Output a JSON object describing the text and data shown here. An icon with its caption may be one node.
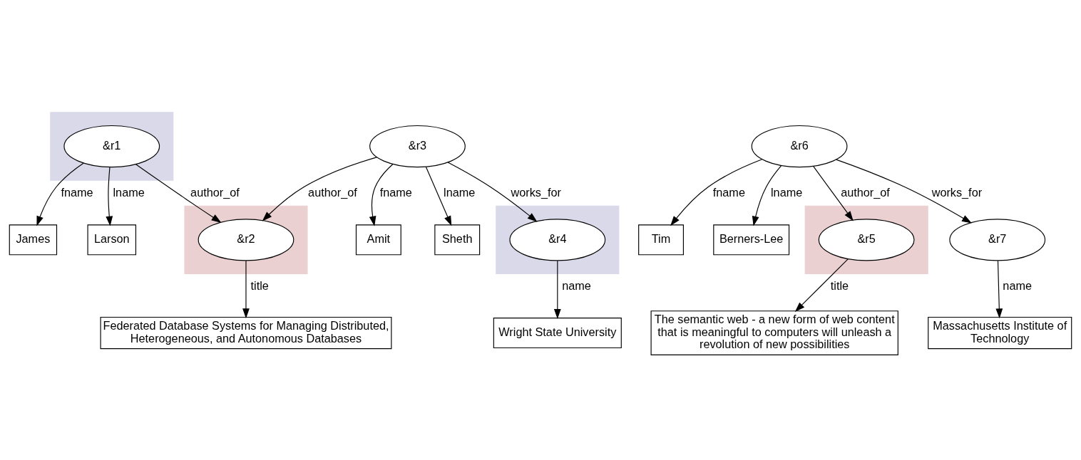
{
  "diagram": {
    "nodes": [
      {
        "text": [
          "James"
        ]
      },
      {
        "text": [
          "Larson"
        ]
      },
      {
        "text": [],
        "shape": "box"
      },
      {
        "text": [
          "&r1"
        ],
        "in": 2
      },
      {
        "text": [
          "Amit"
        ]
      },
      {
        "text": [
          "Sheth"
        ]
      },
      {
        "text": [
          "&r3"
        ]
      },
      {
        "text": [],
        "shape": "box"
      },
      {
        "text": [
          "&r2"
        ],
        "in": 7
      },
      {
        "text": [],
        "shape": "box"
      },
      {
        "text": [
          "&r4"
        ],
        "in": 9
      },
      {
        "text": [
          "Federated Database Systems for Managing Distributed, Heterogeneous, and Autonomous Databases"
        ]
      },
      {
        "text": [
          "Wright State University"
        ]
      },
      {
        "text": [
          "Massachusetts Institute of Technology"
        ]
      },
      {
        "text": [
          "The semantic web - a new form of web content that is meaningful to computers will unleash a revolution of new possibilities"
        ]
      },
      {
        "text": [
          "Tim"
        ]
      },
      {
        "text": [
          "Berners-Lee"
        ]
      },
      {
        "text": [],
        "shape": "box"
      },
      {
        "text": [
          "&r5"
        ],
        "in": 17
      },
      {
        "text": [
          "&r6"
        ]
      },
      {
        "text": [
          "&r7"
        ]
      }
    ],
    "edges": [
      {
        "from": 3,
        "to": 0,
        "arrow": "to",
        "label": "fname"
      },
      {
        "from": 3,
        "to": 1,
        "arrow": "to",
        "label": "lname"
      },
      {
        "from": 3,
        "to": 8,
        "arrow": "to",
        "label": "author_of"
      },
      {
        "from": 6,
        "to": 4,
        "arrow": "to",
        "label": "fname"
      },
      {
        "from": 6,
        "to": 5,
        "arrow": "to",
        "label": "lname"
      },
      {
        "from": 6,
        "to": 8,
        "arrow": "to",
        "label": "author_of"
      },
      {
        "from": 6,
        "to": 10,
        "arrow": "to",
        "label": "works_for"
      },
      {
        "from": 8,
        "to": 11,
        "arrow": "to",
        "label": "title"
      },
      {
        "from": 10,
        "to": 12,
        "arrow": "to",
        "label": "name"
      },
      {
        "from": 19,
        "to": 15,
        "arrow": "to",
        "label": "fname"
      },
      {
        "from": 19,
        "to": 16,
        "arrow": "to",
        "label": "lname"
      },
      {
        "from": 19,
        "to": 18,
        "arrow": "to",
        "label": "author_of"
      },
      {
        "from": 19,
        "to": 20,
        "arrow": "to",
        "label": "works_for"
      },
      {
        "from": 20,
        "to": 13,
        "arrow": "to",
        "label": "name"
      },
      {
        "from": 18,
        "to": 14,
        "arrow": "to",
        "label": "title"
      }
    ]
  }
}
